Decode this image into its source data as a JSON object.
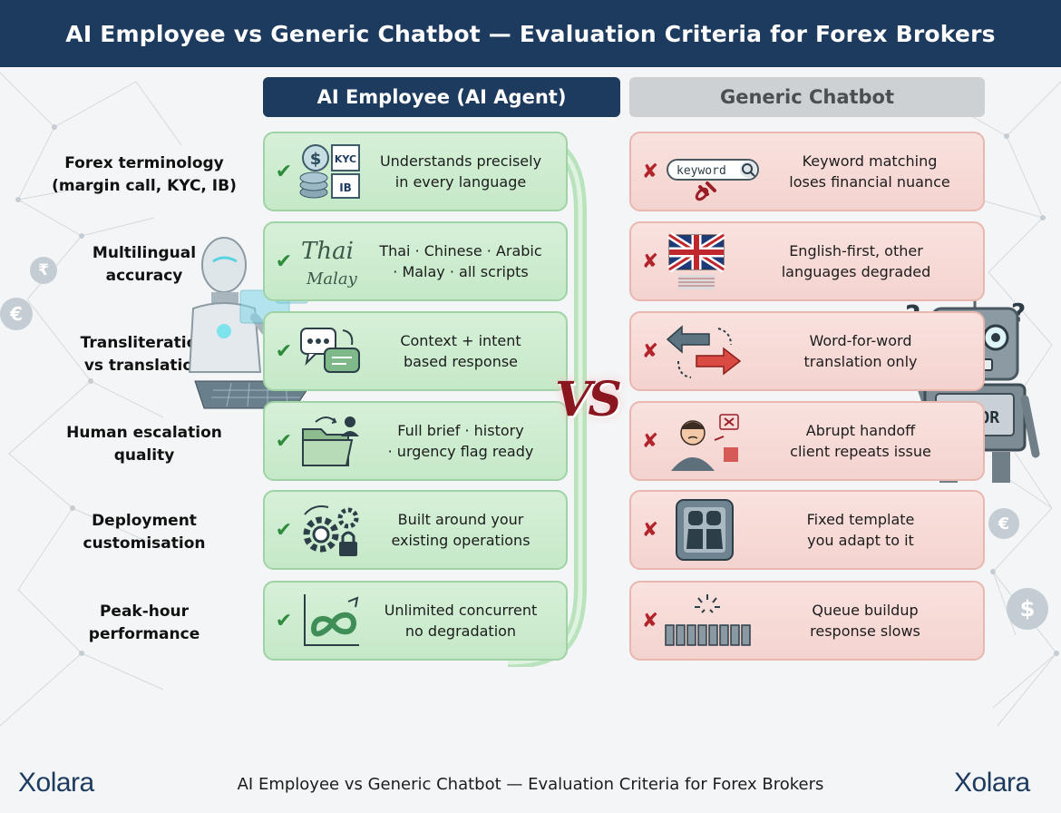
{
  "title": "AI Employee vs Generic Chatbot — Evaluation Criteria for Forex Brokers",
  "columns": {
    "left": "AI Employee (AI Agent)",
    "right": "Generic Chatbot"
  },
  "vs_label": "VS",
  "rows": [
    {
      "criterion": [
        "Forex terminology",
        "(margin call, KYC, IB)"
      ],
      "ai": [
        "Understands precisely",
        "in every language"
      ],
      "chatbot": [
        "Keyword matching",
        "loses financial nuance"
      ],
      "icon_ai": "coins-kyc-ib-icon",
      "icon_bot": "keyword-search-broken-link-icon"
    },
    {
      "criterion": [
        "Multilingual",
        "accuracy"
      ],
      "ai": [
        "Thai · Chinese · Arabic",
        "· Malay · all scripts"
      ],
      "chatbot": [
        "English-first, other",
        "languages degraded"
      ],
      "icon_ai": "handwritten-scripts-icon",
      "icon_bot": "uk-flag-icon"
    },
    {
      "criterion": [
        "Transliteration",
        "vs translation"
      ],
      "ai": [
        "Context + intent",
        "based response"
      ],
      "chatbot": [
        "Word-for-word",
        "translation only"
      ],
      "icon_ai": "chat-bubbles-icon",
      "icon_bot": "swap-arrows-icon"
    },
    {
      "criterion": [
        "Human escalation",
        "quality"
      ],
      "ai": [
        "Full brief · history",
        "· urgency flag ready"
      ],
      "chatbot": [
        "Abrupt handoff",
        "client repeats issue"
      ],
      "icon_ai": "folder-person-icon",
      "icon_bot": "frustrated-person-icon"
    },
    {
      "criterion": [
        "Deployment",
        "customisation"
      ],
      "ai": [
        "Built around your",
        "existing operations"
      ],
      "chatbot": [
        "Fixed template",
        "you adapt to it"
      ],
      "icon_ai": "gears-lock-icon",
      "icon_bot": "fixed-template-icon"
    },
    {
      "criterion": [
        "Peak-hour",
        "performance"
      ],
      "ai": [
        "Unlimited concurrent",
        "no degradation"
      ],
      "chatbot": [
        "Queue buildup",
        "response slows"
      ],
      "icon_ai": "infinity-chart-icon",
      "icon_bot": "queue-spinner-icon"
    }
  ],
  "icon_text": {
    "kyc": "KYC",
    "ib": "IB",
    "keyword": "keyword",
    "thai": "Thai",
    "malay": "Malay",
    "error": "ERROR"
  },
  "coins": [
    "₹",
    "€",
    "€",
    "$"
  ],
  "footer": "AI Employee vs Generic Chatbot — Evaluation Criteria for Forex Brokers",
  "logo": "Xolara",
  "colors": {
    "navy": "#1d3a5f",
    "good": "#c5e9c8",
    "bad": "#f4d3cf",
    "check": "#2e8b3c",
    "cross": "#b3232a"
  }
}
